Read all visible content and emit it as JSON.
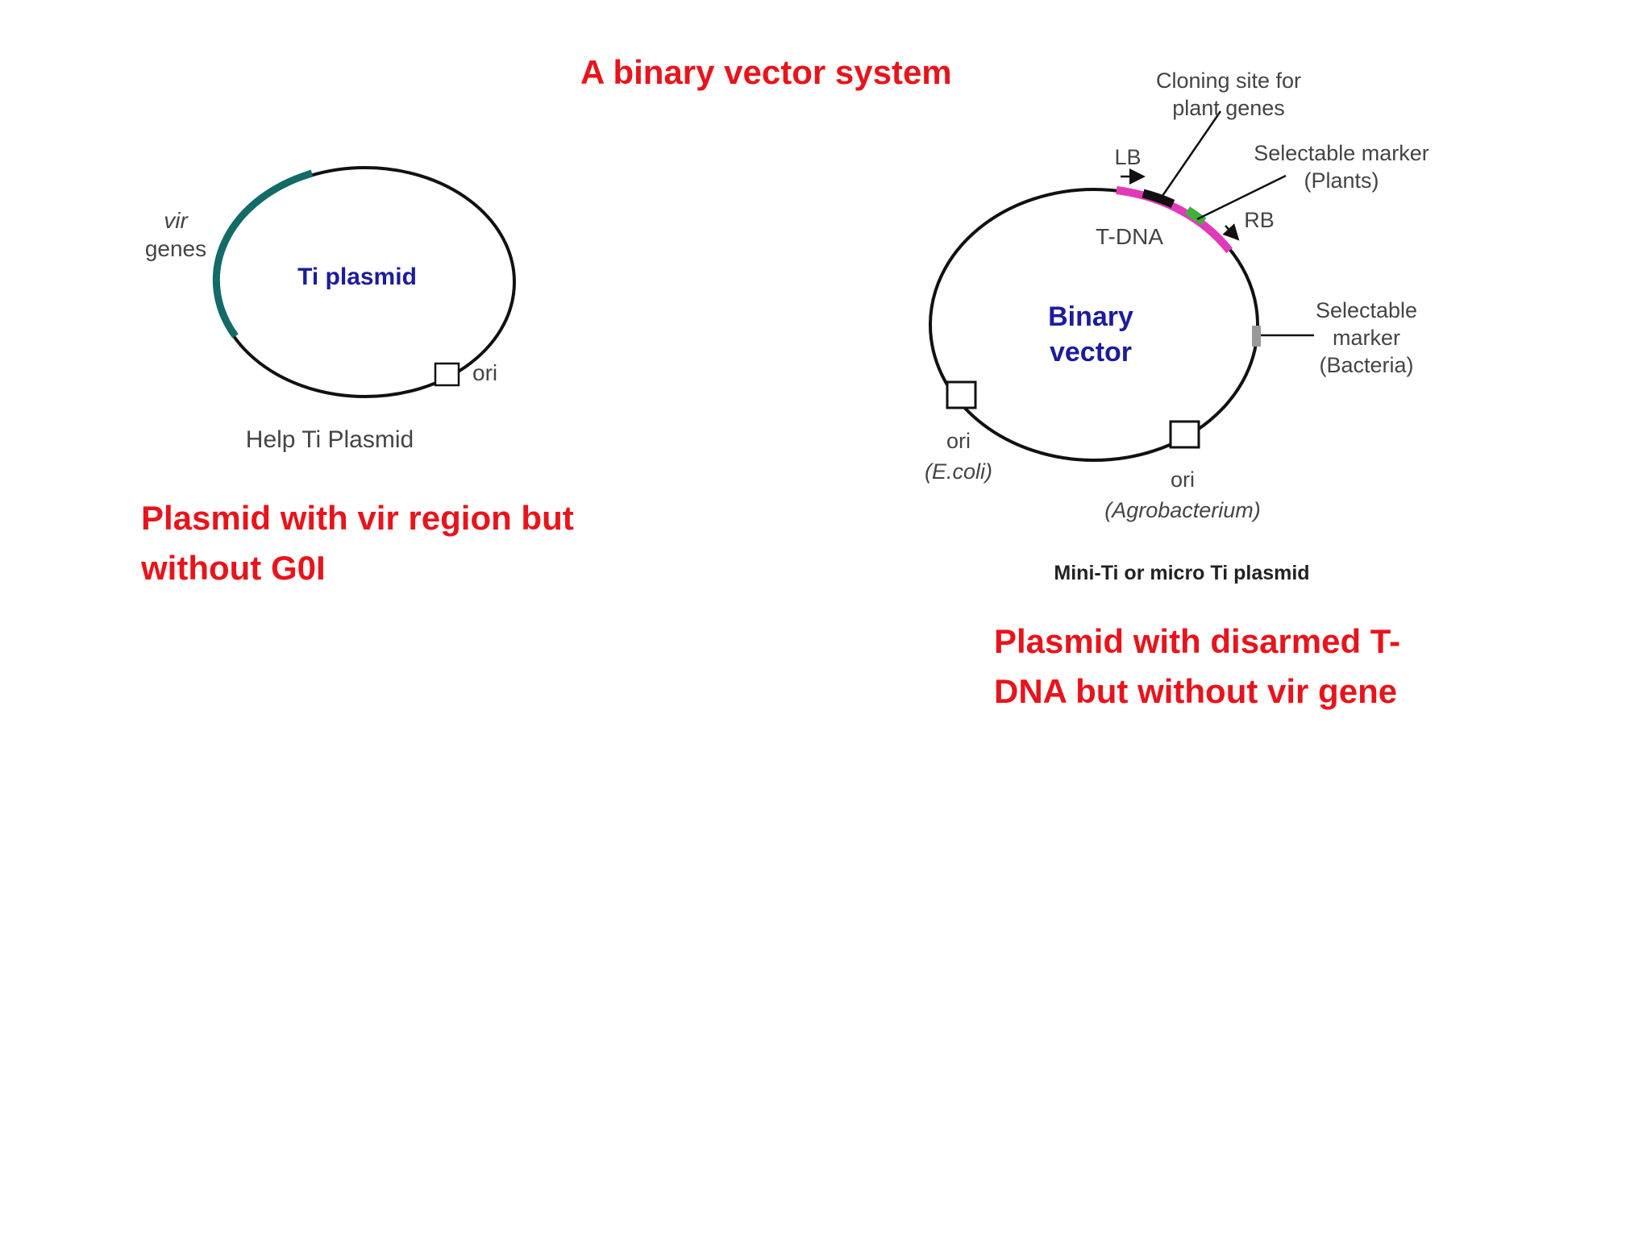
{
  "title": "A binary vector system",
  "helper": {
    "center_label": "Ti plasmid",
    "vir_label": "vir",
    "vir_label2": "genes",
    "ori_label": "ori",
    "caption": "Help Ti Plasmid",
    "description_line1": "Plasmid with vir region but",
    "description_line2": "without G0I"
  },
  "binary": {
    "center_line1": "Binary",
    "center_line2": "vector",
    "cloning_line1": "Cloning site for",
    "cloning_line2": "plant genes",
    "lb": "LB",
    "rb": "RB",
    "tdna": "T-DNA",
    "marker_plants_line1": "Selectable marker",
    "marker_plants_line2": "(Plants)",
    "marker_bact_line1": "Selectable",
    "marker_bact_line2": "marker",
    "marker_bact_line3": "(Bacteria)",
    "ori_ecoli_line1": "ori",
    "ori_ecoli_line2": "(E.coli)",
    "ori_agro_line1": "ori",
    "ori_agro_line2": "(Agrobacterium)",
    "caption": "Mini-Ti or micro Ti plasmid",
    "description_line1": "Plasmid with disarmed T-",
    "description_line2": "DNA but without vir gene"
  },
  "colors": {
    "title_red": "#e8141b",
    "label_blue": "#1c1c9c",
    "vir_teal": "#136a66",
    "tdna_magenta": "#e03ab8",
    "marker_green": "#3bb33b"
  }
}
